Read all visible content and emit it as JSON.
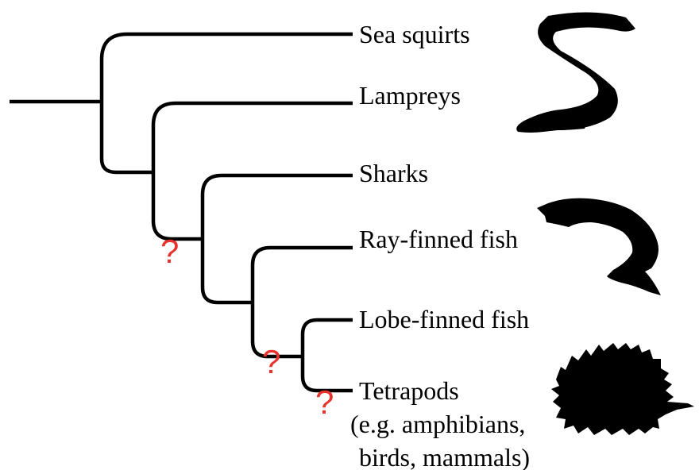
{
  "tree": {
    "taxa": [
      {
        "id": "sea-squirts",
        "lines": [
          "Sea squirts"
        ]
      },
      {
        "id": "lampreys",
        "lines": [
          "Lampreys"
        ]
      },
      {
        "id": "sharks",
        "lines": [
          "Sharks"
        ]
      },
      {
        "id": "ray-finned-fish",
        "lines": [
          "Ray-finned fish"
        ]
      },
      {
        "id": "lobe-finned-fish",
        "lines": [
          "Lobe-finned fish"
        ]
      },
      {
        "id": "tetrapods",
        "lines": [
          "Tetrapods",
          "(e.g. amphibians,",
          "birds, mammals)"
        ]
      }
    ],
    "uncertain_marker": "?",
    "uncertain_marker_color": "#e8322c",
    "branch_color": "#000000",
    "silhouettes": [
      "lamprey-icon",
      "fish-icon",
      "echidna-icon"
    ]
  }
}
